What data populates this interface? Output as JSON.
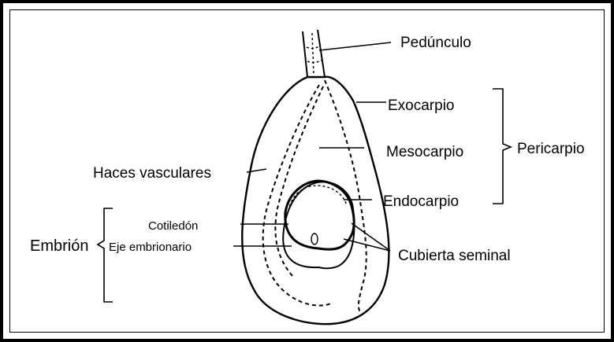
{
  "diagram": {
    "labels": {
      "peduncle": "Pedúnculo",
      "exocarp": "Exocarpio",
      "mesocarp": "Mesocarpio",
      "pericarp": "Pericarpio",
      "vascular_bundles": "Haces vasculares",
      "endocarp": "Endocarpio",
      "cotyledon": "Cotiledón",
      "embryo": "Embrión",
      "embryonic_axis": "Eje embrionario",
      "seed_coat": "Cubierta seminal"
    }
  }
}
